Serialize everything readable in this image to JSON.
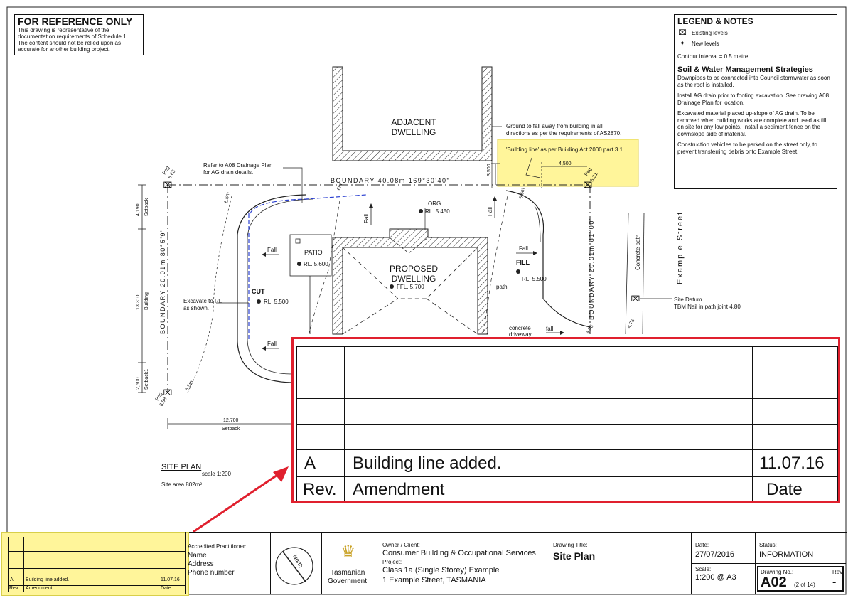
{
  "reference_note": {
    "title": "FOR REFERENCE ONLY",
    "lines": [
      "This drawing is representative of the",
      "documentation requirements of Schedule 1.",
      "The content should not be relied upon as",
      "accurate for another building project."
    ]
  },
  "legend": {
    "title": "LEGEND & NOTES",
    "existing_levels": "Existing levels",
    "new_levels": "New levels",
    "contour_interval": "Contour interval = 0.5 metre",
    "soil_title": "Soil & Water Management Strategies",
    "notes": [
      "Downpipes to be connected into Council stormwater as soon as the roof is installed.",
      "Install AG drain prior to footing excavation.  See drawing A08 Drainage Plan for location.",
      "Excavated material placed up-slope of AG drain.  To be removed when building works are complete and used as fill on site for any low points.  Install a sediment fence on the downslope side of material.",
      "Construction vehicles to be parked on the street only, to prevent transferring debris onto Example Street."
    ]
  },
  "plan": {
    "adjacent_line1": "ADJACENT",
    "adjacent_line2": "DWELLING",
    "proposed_line1": "PROPOSED",
    "proposed_line2": "DWELLING",
    "ffl": "FFL. 5.700",
    "org": "ORG",
    "org_rl": "RL. 5.450",
    "patio": "PATIO",
    "patio_rl": "RL. 5.600",
    "cut": "CUT",
    "cut_rl": "RL. 5.500",
    "fill": "FILL",
    "fill_rl": "RL. 5.500",
    "fall": "Fall",
    "fall_lower": "fall",
    "path": "path",
    "concrete_driveway_1": "concrete",
    "concrete_driveway_2": "driveway",
    "concrete_path": "Concrete path",
    "example_street": "Example Street",
    "site_datum": "Site Datum",
    "tbm": "TBM Nail in path joint 4.80",
    "boundary_top": "BOUNDARY 40.08m  169°30'40\"",
    "boundary_left": "BOUNDARY 20.01m  80°5'9\"",
    "boundary_right": "BOUNDARY 20.01m  81°00'",
    "refer_note_1": "Refer to A08 Drainage Plan",
    "refer_note_2": "for AG drain details.",
    "ground_note_1": "Ground to fall away from building in all",
    "ground_note_2": "directions as per the requirements of AS2870.",
    "building_line_note": "'Building line' as per Building Act 2000 part 3.1.",
    "excavate_1": "Excavate to RL",
    "excavate_2": "as shown.",
    "dim_4500": "4,500",
    "dim_3500": "3,500",
    "dim_4190": "4,190",
    "setback": "Setback",
    "dim_13310": "13,310",
    "building": "Building",
    "dim_2500": "2,500",
    "setback_1": "Setback1",
    "dim_12700": "12,700",
    "peg": "Peg",
    "peg_tl": "6.63",
    "peg_bl": "6.58",
    "peg_tr": "5.31",
    "contour_65a": "6.5m",
    "contour_6m": "6m",
    "contour_65b": "6.5m",
    "contour_55": "5.5m",
    "level_498": "4.98",
    "level_476": "4.76",
    "site_plan_title": "SITE PLAN",
    "scale": "scale 1:200",
    "site_area": "Site area 802m²"
  },
  "amendment_table": {
    "rows": [
      {
        "rev": "",
        "desc": "",
        "date": ""
      },
      {
        "rev": "",
        "desc": "",
        "date": ""
      },
      {
        "rev": "",
        "desc": "",
        "date": ""
      },
      {
        "rev": "",
        "desc": "",
        "date": ""
      },
      {
        "rev": "A",
        "desc": "Building line added.",
        "date": "11.07.16"
      },
      {
        "rev": "Rev.",
        "desc": "Amendment",
        "date": "Date"
      }
    ]
  },
  "title_block": {
    "practitioner_label": "Accredited Practitioner:",
    "name": "Name",
    "address": "Address",
    "phone": "Phone number",
    "north": "North",
    "gov_line1": "Tasmanian",
    "gov_line2": "Government",
    "owner_label": "Owner / Client:",
    "owner": "Consumer Building & Occupational Services",
    "project_label": "Project:",
    "project_line1": "Class 1a (Single Storey) Example",
    "project_line2": "1 Example Street, TASMANIA",
    "drawing_title_label": "Drawing Title:",
    "drawing_title": "Site Plan",
    "date_label": "Date:",
    "date": "27/07/2016",
    "scale_label": "Scale:",
    "scale": "1:200 @ A3",
    "status_label": "Status:",
    "status": "INFORMATION",
    "drawing_no_label": "Drawing No.:",
    "rev_label": "Rev",
    "drawing_no": "A02",
    "sheet": "(2 of 14)",
    "rev": "-"
  },
  "colors": {
    "highlight": "#fff59a",
    "callout_red": "#e0202e",
    "drain_blue": "#2a3fd1"
  }
}
